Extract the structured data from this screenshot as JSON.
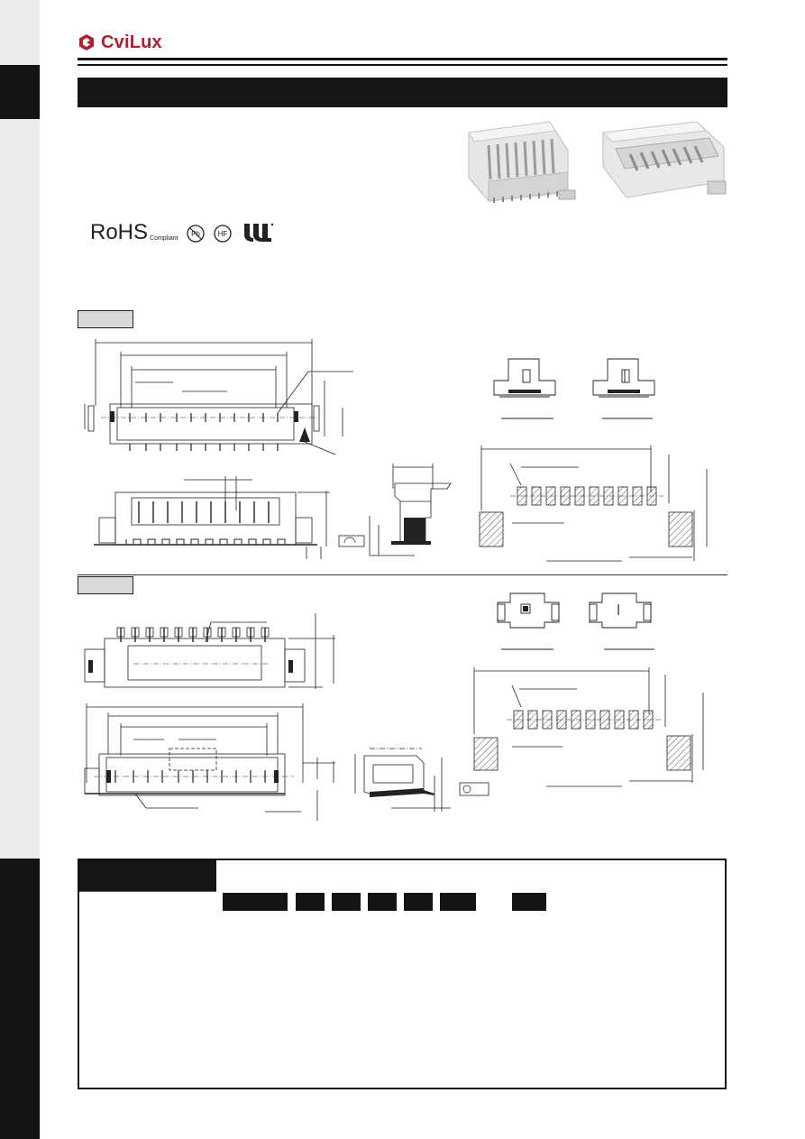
{
  "header": {
    "logo_text": "CviLux",
    "brand_color": "#b0202e"
  },
  "certifications": {
    "rohs_label": "RoHS",
    "rohs_sub": "Compliant",
    "pb_free_label": "Pb",
    "halogen_free_label": "HF",
    "ul_mark": "UL"
  },
  "icons": [
    "cvilux-logo-icon",
    "pb-free-icon",
    "halogen-free-icon",
    "ul-recognized-icon"
  ],
  "colors": {
    "dark": "#151515",
    "label_fill": "#d9d9d9",
    "side_strip": "#ececec"
  }
}
